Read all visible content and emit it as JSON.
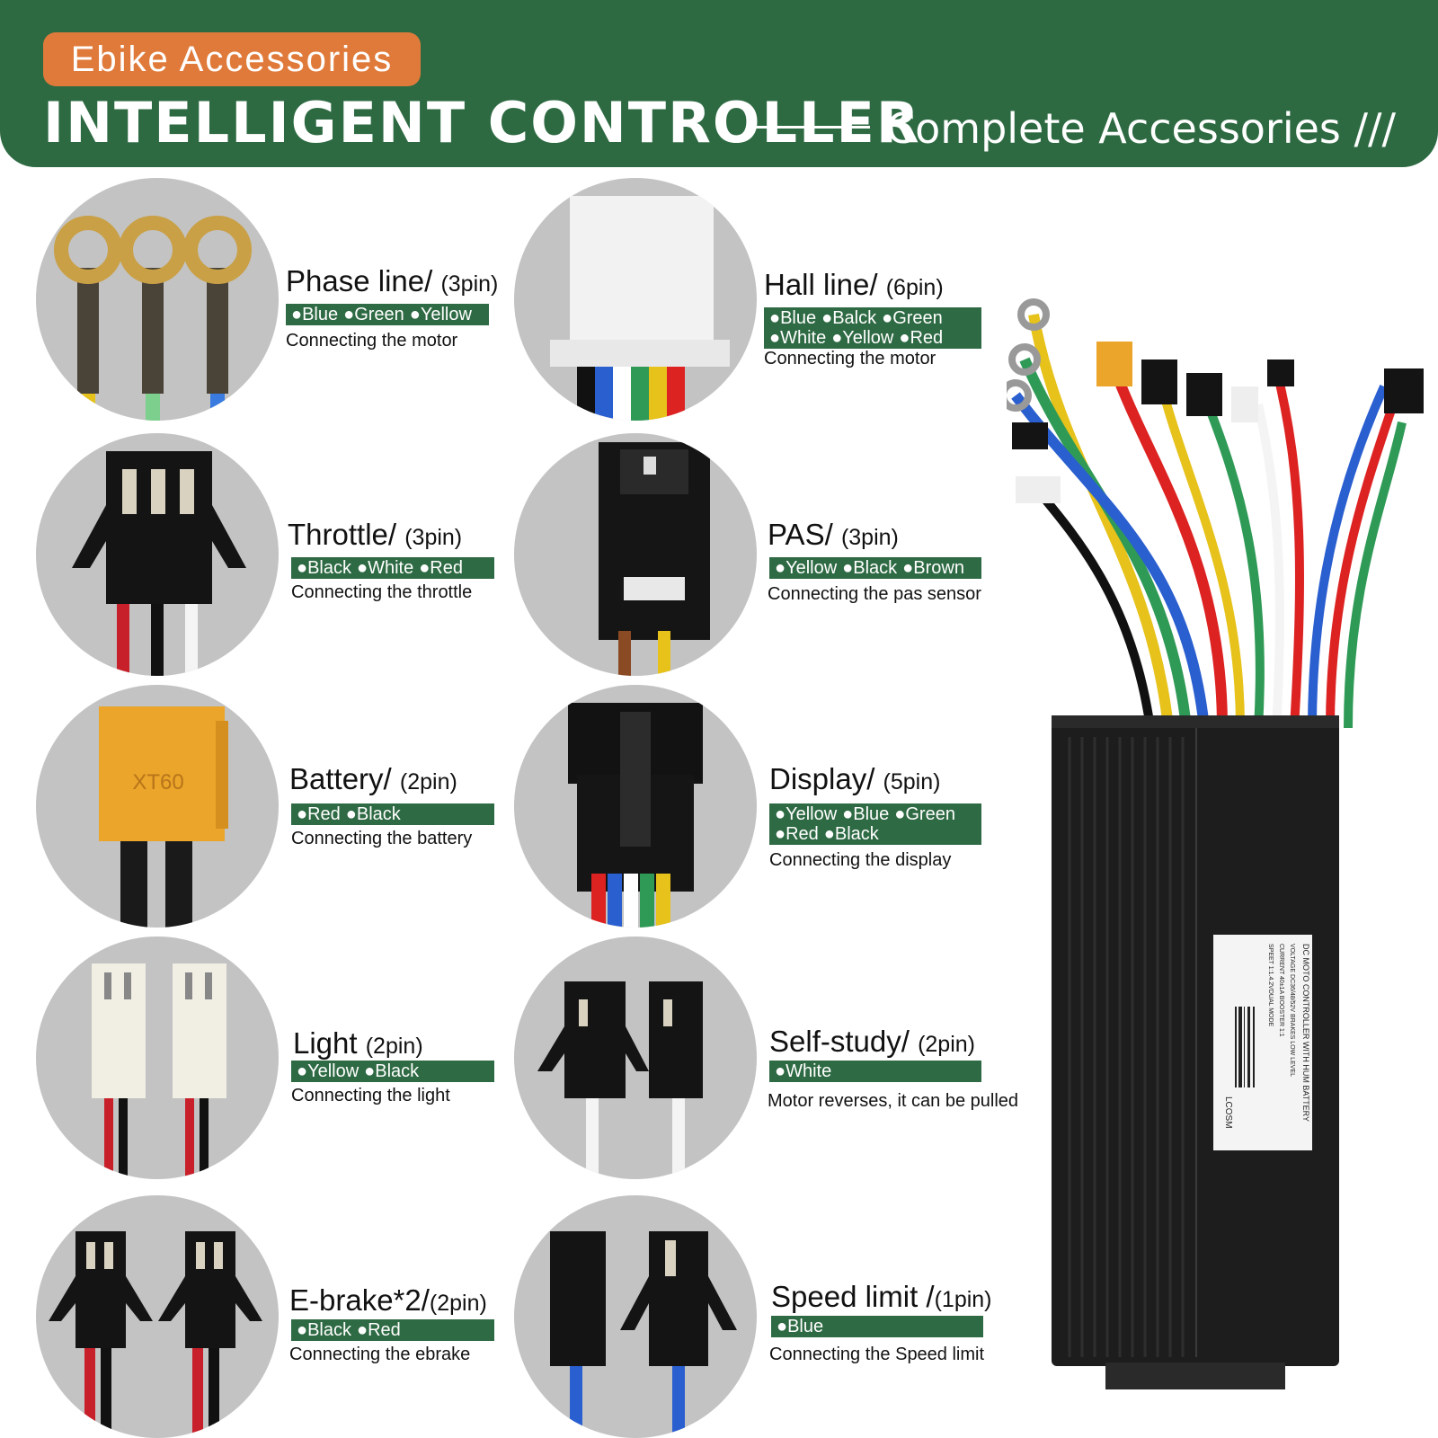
{
  "header": {
    "badge": "Ebike Accessories",
    "title": "INTELLIGENT CONTROLLER",
    "subtitle": "Complete Accessories ///"
  },
  "items": [
    {
      "name": "Phase line/",
      "pin": "(3pin)",
      "colors": [
        "●Blue",
        "●Green",
        "●Yellow"
      ],
      "desc": "Connecting the motor"
    },
    {
      "name": "Hall line/",
      "pin": "(6pin)",
      "colors": [
        "●Blue",
        "●Balck",
        "●Green",
        "●White",
        "●Yellow",
        "●Red"
      ],
      "desc": "Connecting the motor"
    },
    {
      "name": "Throttle/",
      "pin": "(3pin)",
      "colors": [
        "●Black",
        "●White",
        "●Red"
      ],
      "desc": "Connecting the throttle"
    },
    {
      "name": "PAS/",
      "pin": "(3pin)",
      "colors": [
        "●Yellow",
        "●Black",
        "●Brown"
      ],
      "desc": "Connecting the pas sensor"
    },
    {
      "name": "Battery/",
      "pin": "(2pin)",
      "colors": [
        "●Red",
        "●Black"
      ],
      "desc": "Connecting the battery"
    },
    {
      "name": "Display/",
      "pin": "(5pin)",
      "colors": [
        "●Yellow",
        "●Blue",
        "●Green",
        "●Red",
        "●Black"
      ],
      "desc": "Connecting the display"
    },
    {
      "name": "Light",
      "pin": "(2pin)",
      "colors": [
        "●Yellow",
        "●Black"
      ],
      "desc": "Connecting the light"
    },
    {
      "name": "Self-study/",
      "pin": "(2pin)",
      "colors": [
        "●White"
      ],
      "desc": "Motor reverses, it can be pulled"
    },
    {
      "name": "E-brake*2/",
      "pin": "(2pin)",
      "colors": [
        "●Black",
        "●Red"
      ],
      "desc": "Connecting the ebrake"
    },
    {
      "name": "Speed limit /",
      "pin": "(1pin)",
      "colors": [
        "●Blue"
      ],
      "desc": "Connecting the Speed limit"
    }
  ],
  "connector_labels": {
    "battery_plug": "XT60"
  },
  "controller_label": {
    "line1": "DC MOTO CONTROLLER WITH HUM BATTERY",
    "line2": "VOLTAGE DC36/48/52V   BRAKES LOW LEVEL",
    "line3": "CURRENT 40±1A   BOOSTER 1:1",
    "line4": "SPEET 1:1.4.2VDUAL MODE",
    "brand": "LCOSM"
  },
  "theme": {
    "banner_green": "#2d6a42",
    "badge_orange": "#e07a3a",
    "bar_green": "#2e6a43",
    "circle_gray": "#c3c3c3"
  }
}
